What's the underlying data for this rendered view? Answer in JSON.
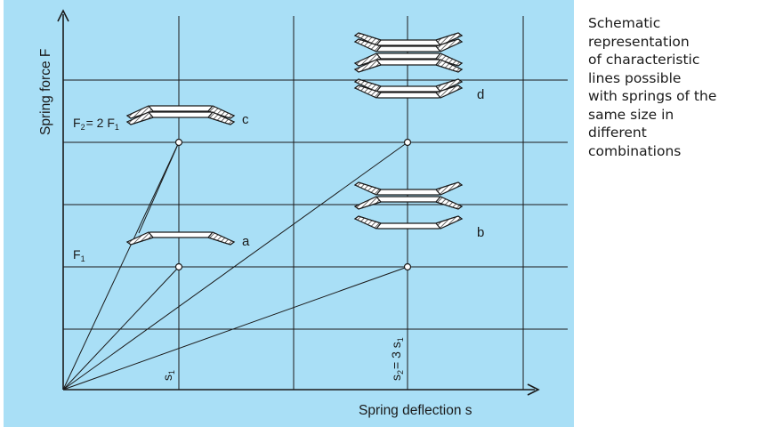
{
  "diagram": {
    "y_axis_label": "Spring force F",
    "x_axis_label": "Spring deflection s",
    "f1_label": {
      "main": "F",
      "sub": "1"
    },
    "f2_label": {
      "left_main": "F",
      "left_sub": "2",
      "eq": "= 2 F",
      "right_sub": "1"
    },
    "s1_label": {
      "main": "s",
      "sub": "1"
    },
    "s2_label": {
      "main": "s",
      "sub": "2",
      "eq": "= 3 s",
      "right_sub": "1"
    },
    "stack_labels": {
      "a": "a",
      "b": "b",
      "c": "c",
      "d": "d"
    },
    "colors": {
      "panel": "#a9dff6",
      "line": "#1a1a1a",
      "hatch": "#1a1a1a",
      "disc_fill": "#ffffff"
    }
  },
  "caption": {
    "lines": [
      "Schematic",
      "representation",
      "of characteristic",
      "lines possible",
      "with springs of the",
      "same size in",
      "different",
      "combinations"
    ]
  }
}
